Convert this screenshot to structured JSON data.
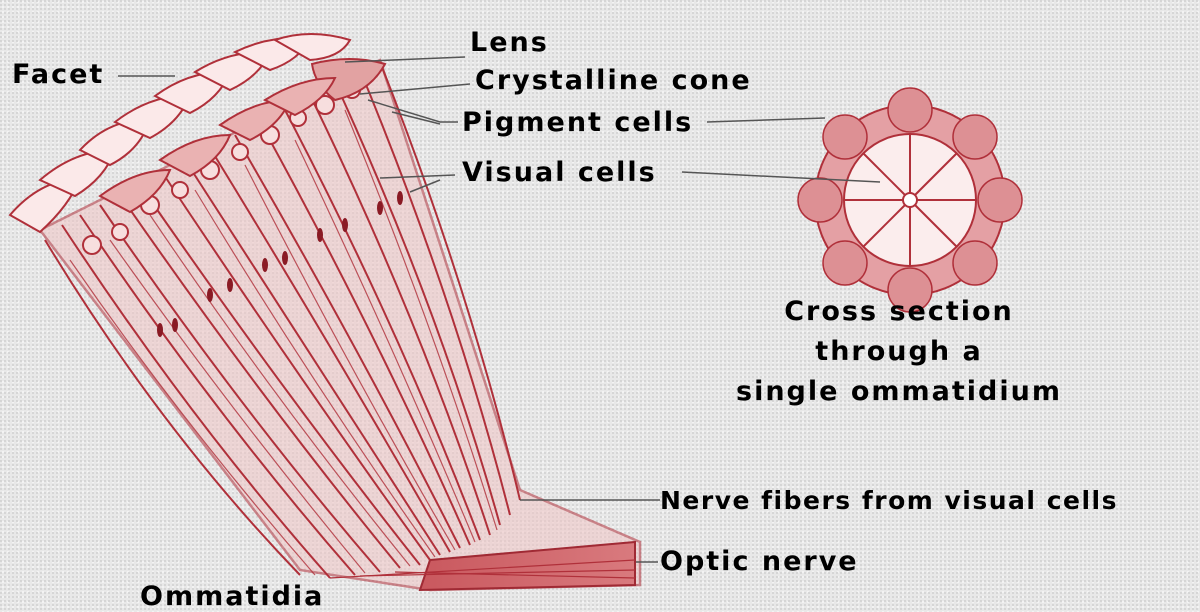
{
  "labels": {
    "facet": "Facet",
    "lens": "Lens",
    "crystalline_cone": "Crystalline cone",
    "pigment_cells": "Pigment cells",
    "visual_cells": "Visual cells",
    "cross_section_line1": "Cross section",
    "cross_section_line2": "through a",
    "cross_section_line3": "single ommatidium",
    "nerve_fibers": "Nerve fibers from visual cells",
    "optic_nerve": "Optic nerve",
    "ommatidia": "Ommatidia"
  },
  "colors": {
    "structure_stroke": "#b0303a",
    "structure_fill": "#e8a8a8",
    "pigment_fill": "#d98a8a",
    "dark_mark": "#8a1a24",
    "leader_line": "#555555",
    "label_text": "#000000"
  }
}
